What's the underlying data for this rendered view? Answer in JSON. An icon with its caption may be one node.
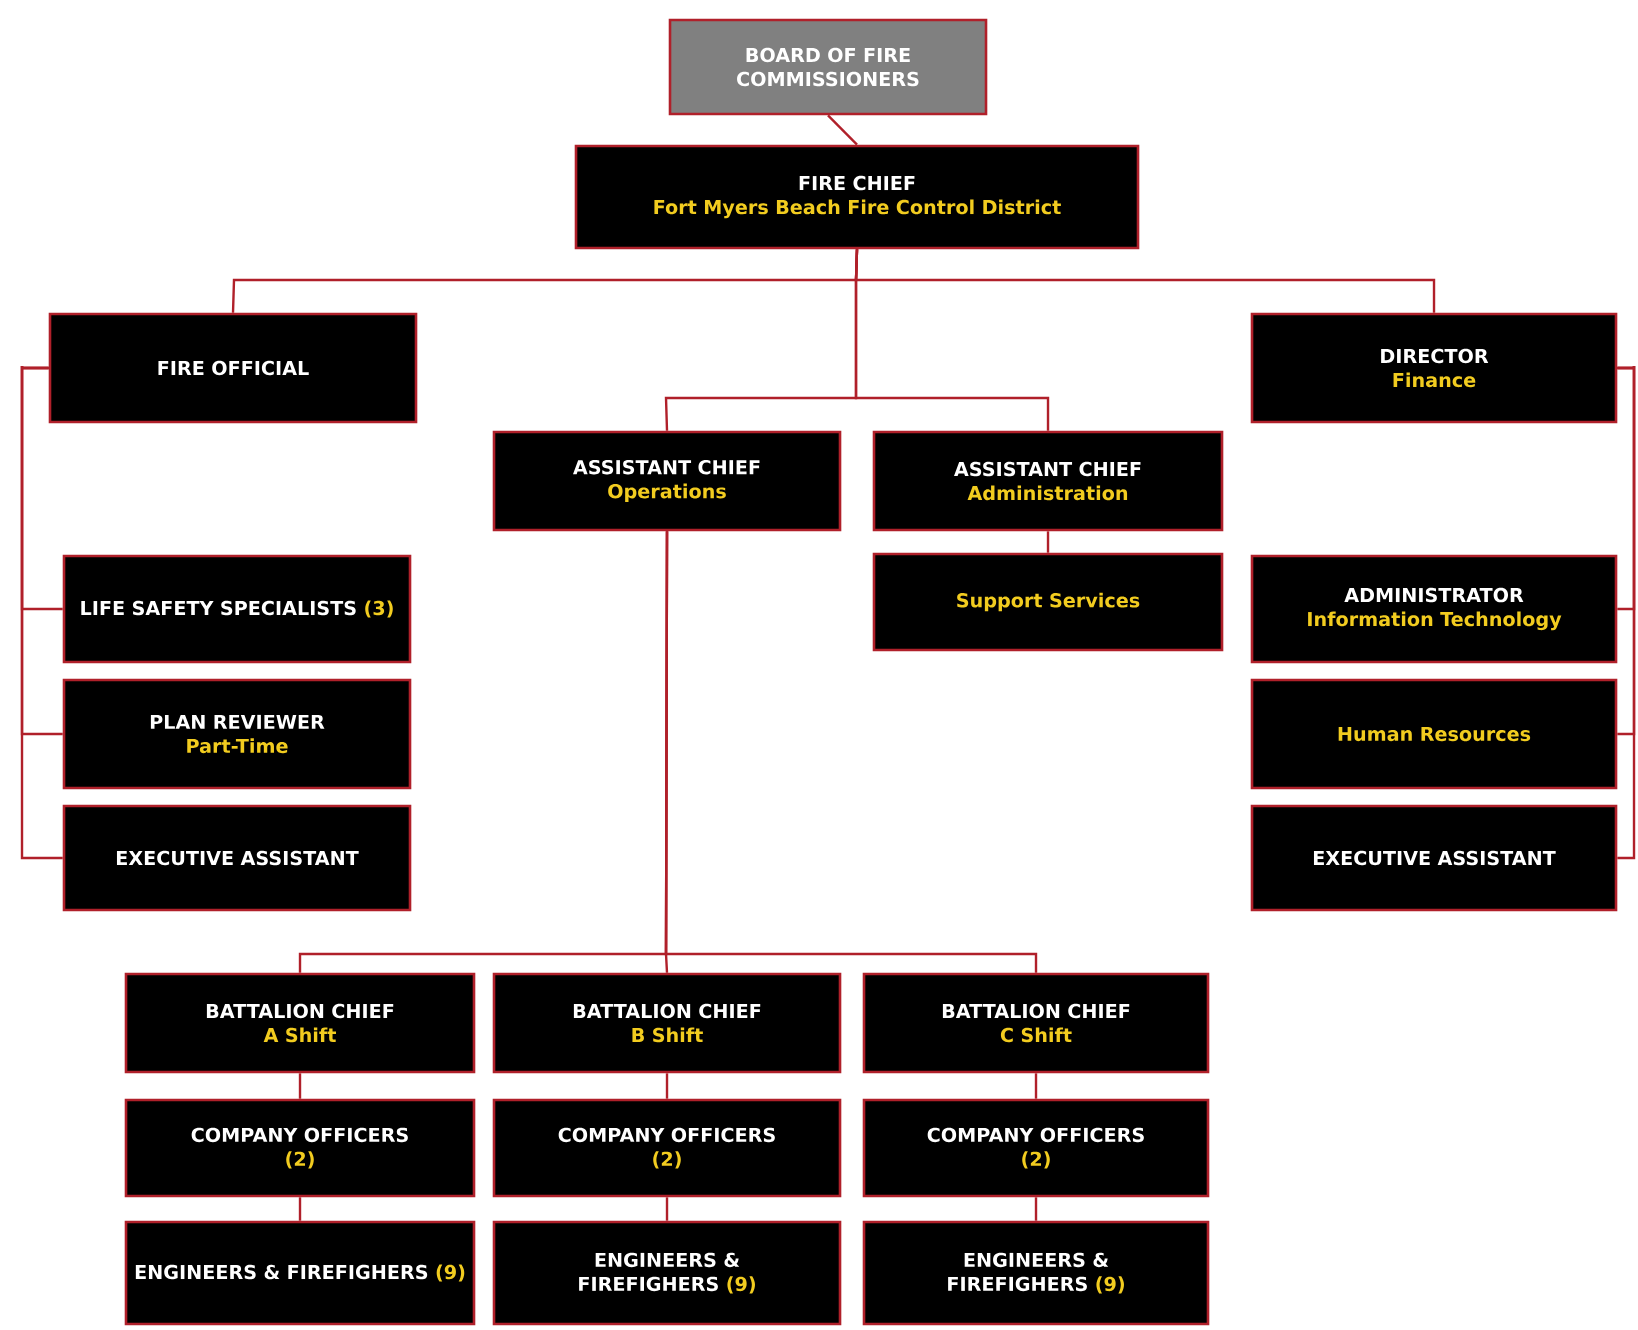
{
  "diagram": {
    "nodes": [
      {
        "text": [
          "BOARD OF FIRE COMMISSIONERS"
        ]
      },
      {
        "text": [
          "FIRE CHIEF",
          "Fort Myers Beach Fire Control District"
        ]
      },
      {
        "text": [
          "FIRE OFFICIAL"
        ]
      },
      {
        "text": [
          "ASSISTANT CHIEF",
          "Operations"
        ]
      },
      {
        "text": [
          "ASSISTANT CHIEF",
          "Administration"
        ]
      },
      {
        "text": [
          "DIRECTOR",
          "Finance"
        ]
      },
      {
        "text": [
          "LIFE SAFETY SPECIALISTS",
          "(3)"
        ]
      },
      {
        "text": [
          "PLAN REVIEWER",
          "Part-Time"
        ]
      },
      {
        "text": [
          "EXECUTIVE ASSISTANT"
        ]
      },
      {
        "text": [
          "Support Services"
        ]
      },
      {
        "text": [
          "ADMINISTRATOR",
          "Information Technology"
        ]
      },
      {
        "text": [
          "Human Resources"
        ]
      },
      {
        "text": [
          "EXECUTIVE ASSISTANT"
        ]
      },
      {
        "text": [
          "BATTALION CHIEF",
          "A Shift"
        ]
      },
      {
        "text": [
          "BATTALION CHIEF",
          "B Shift"
        ]
      },
      {
        "text": [
          "BATTALION CHIEF",
          "C Shift"
        ]
      },
      {
        "text": [
          "COMPANY OFFICERS",
          "(2)"
        ]
      },
      {
        "text": [
          "COMPANY OFFICERS",
          "(2)"
        ]
      },
      {
        "text": [
          "COMPANY OFFICERS",
          "(2)"
        ]
      },
      {
        "text": [
          "ENGINEERS & FIREFIGHERS",
          "(9)"
        ]
      },
      {
        "text": [
          "ENGINEERS & FIREFIGHERS",
          "(9)"
        ]
      },
      {
        "text": [
          "ENGINEERS & FIREFIGHERS",
          "(9)"
        ]
      }
    ],
    "edges": [
      {
        "from": 0,
        "to": 1,
        "arrow": "none"
      },
      {
        "from": 1,
        "to": 2,
        "arrow": "none"
      },
      {
        "from": 1,
        "to": 3,
        "arrow": "none"
      },
      {
        "from": 1,
        "to": 4,
        "arrow": "none"
      },
      {
        "from": 1,
        "to": 5,
        "arrow": "none"
      },
      {
        "from": 2,
        "to": 6,
        "arrow": "none"
      },
      {
        "from": 2,
        "to": 7,
        "arrow": "none"
      },
      {
        "from": 2,
        "to": 8,
        "arrow": "none"
      },
      {
        "from": 4,
        "to": 9,
        "arrow": "none"
      },
      {
        "from": 5,
        "to": 10,
        "arrow": "none"
      },
      {
        "from": 5,
        "to": 11,
        "arrow": "none"
      },
      {
        "from": 5,
        "to": 12,
        "arrow": "none"
      },
      {
        "from": 3,
        "to": 13,
        "arrow": "none"
      },
      {
        "from": 3,
        "to": 14,
        "arrow": "none"
      },
      {
        "from": 3,
        "to": 15,
        "arrow": "none"
      },
      {
        "from": 13,
        "to": 16,
        "arrow": "none"
      },
      {
        "from": 14,
        "to": 17,
        "arrow": "none"
      },
      {
        "from": 15,
        "to": 18,
        "arrow": "none"
      },
      {
        "from": 16,
        "to": 19,
        "arrow": "none"
      },
      {
        "from": 17,
        "to": 20,
        "arrow": "none"
      },
      {
        "from": 18,
        "to": 21,
        "arrow": "none"
      }
    ]
  }
}
